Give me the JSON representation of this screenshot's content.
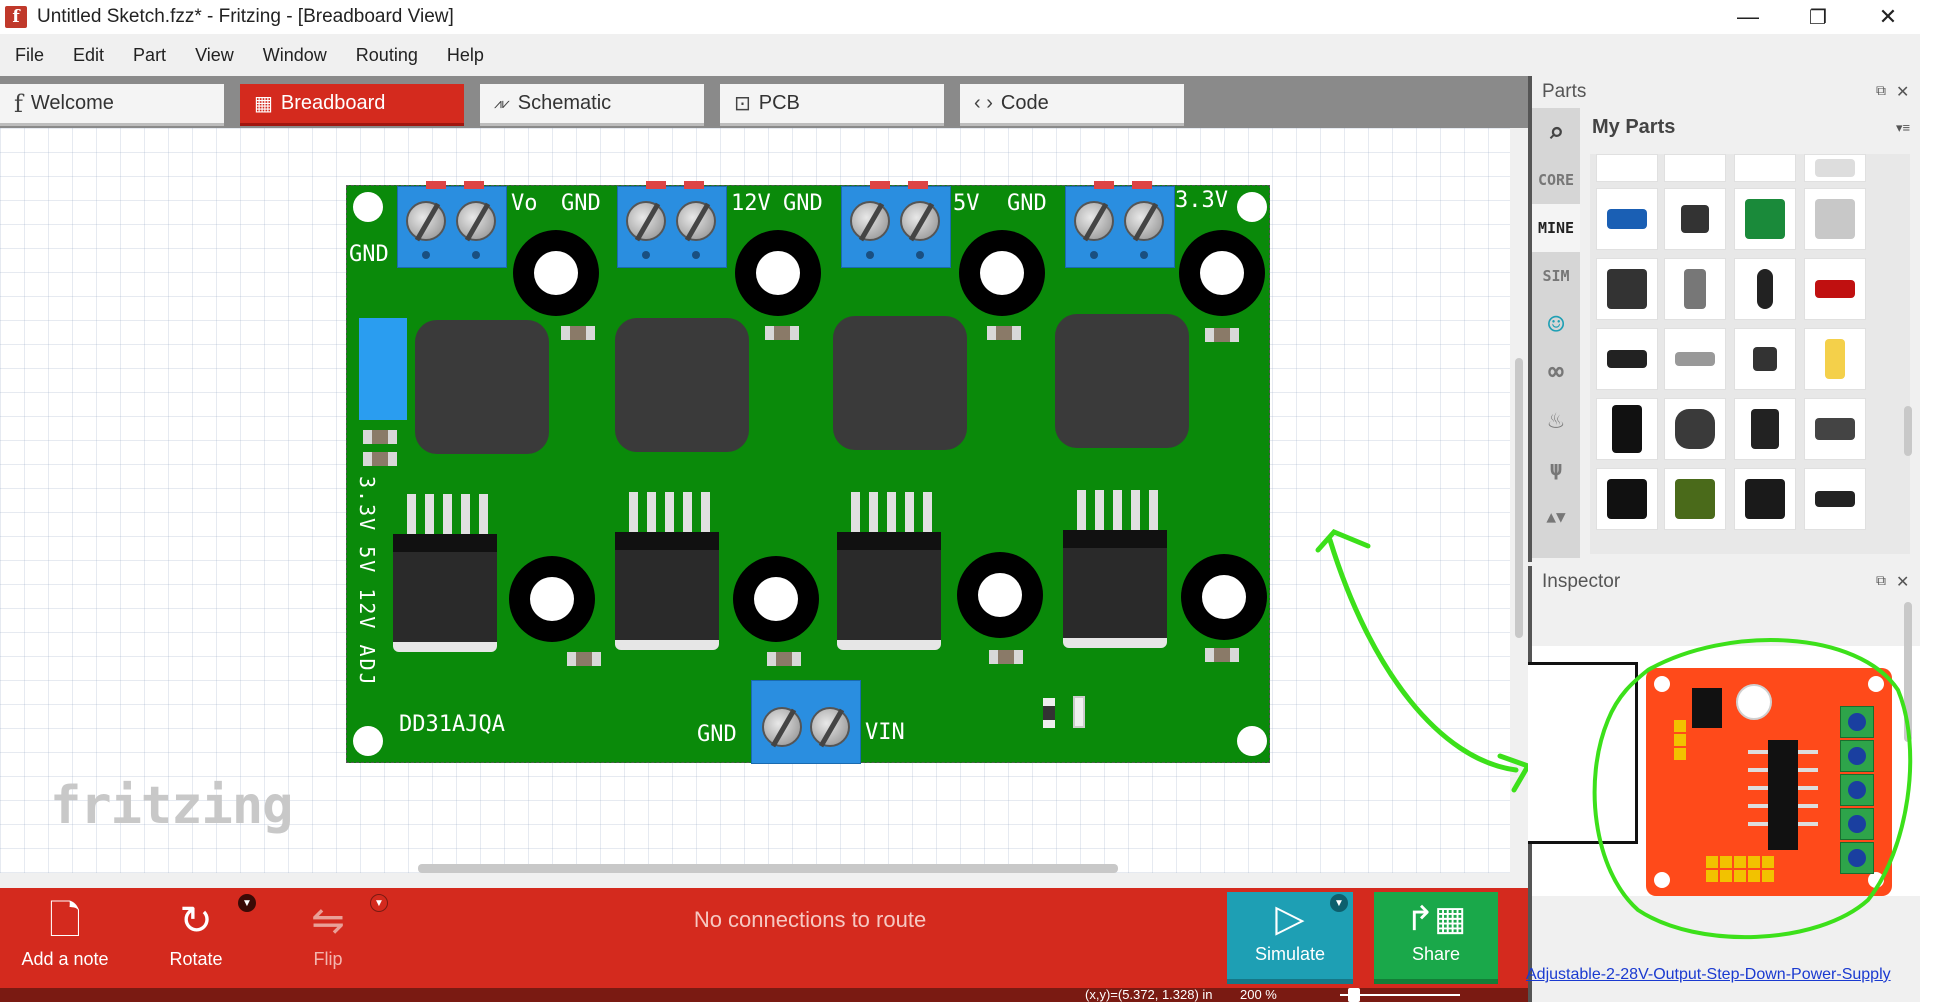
{
  "window": {
    "title": "Untitled Sketch.fzz* - Fritzing - [Breadboard View]",
    "minimize": "—",
    "maximize": "❐",
    "close": "✕"
  },
  "menu": [
    "File",
    "Edit",
    "Part",
    "View",
    "Window",
    "Routing",
    "Help"
  ],
  "tabs": [
    {
      "label": "Welcome",
      "icon": "fritzing-f-icon",
      "glyph": "f"
    },
    {
      "label": "Breadboard",
      "icon": "breadboard-icon",
      "glyph": "▦"
    },
    {
      "label": "Schematic",
      "icon": "resistor-icon",
      "glyph": "⩘⩗"
    },
    {
      "label": "PCB",
      "icon": "pcb-icon",
      "glyph": "⊡"
    },
    {
      "label": "Code",
      "icon": "code-icon",
      "glyph": "‹ ›"
    }
  ],
  "canvas": {
    "watermark": "fritzing",
    "board": {
      "labels": {
        "gnd_left": "GND",
        "vo": "Vo",
        "gnd1": "GND",
        "v12": "12V",
        "gnd2": "GND",
        "v5": "5V",
        "gnd3": "GND",
        "v33": "3.3V",
        "model": "DD31AJQA",
        "gnd_in": "GND",
        "vin": "VIN",
        "vertical": "3.3V 5V 12V ADJ"
      }
    }
  },
  "toolbar": {
    "add_note": "Add a note",
    "rotate": "Rotate",
    "flip": "Flip",
    "status": "No connections to route",
    "simulate": "Simulate",
    "share": "Share"
  },
  "status_bar": {
    "coords": "(x,y)=(5.372, 1.328) in",
    "zoom": "200 %"
  },
  "parts_panel": {
    "title": "Parts",
    "bin_title": "My Parts",
    "bins": [
      "CORE",
      "MINE",
      "SIM"
    ],
    "bin_icons": [
      "search-icon",
      "arduino-icon",
      "infinity-icon",
      "sparkfun-flame-icon",
      "seeed-icon"
    ]
  },
  "inspector": {
    "title": "Inspector",
    "link": "Adjustable-2-28V-Output-Step-Down-Power-Supply"
  },
  "colors": {
    "accent": "#d42a1e",
    "board": "#0a8a0a",
    "simulate": "#1e9fb4",
    "share": "#1aa84a",
    "annotation": "#3ce01a"
  }
}
